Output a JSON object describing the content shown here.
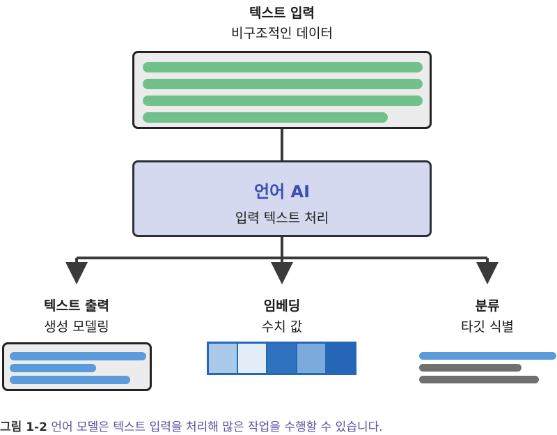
{
  "input": {
    "title": "텍스트 입력",
    "subtitle": "비구조적인 데이터",
    "bar_color": "#72c18c"
  },
  "ai": {
    "title": "언어 AI",
    "subtitle": "입력 텍스트 처리",
    "fill": "#d5d9ef",
    "title_color": "#3a4fb0"
  },
  "outputs": [
    {
      "title": "텍스트 출력",
      "subtitle": "생성 모델링",
      "bar_color": "#5b9bd9"
    },
    {
      "title": "임베딩",
      "subtitle": "수치 값",
      "cell_colors": [
        "#a9cbe9",
        "#e3eef8",
        "#2f72c0",
        "#7aabdc",
        "#2566b8"
      ]
    },
    {
      "title": "분류",
      "subtitle": "타깃 식별",
      "bar_colors": [
        "#5b9bd9",
        "#707070",
        "#707070"
      ]
    }
  ],
  "caption": {
    "number": "그림 1-2",
    "text": "언어 모델은 텍스트 입력을 처리해 많은 작업을 수행할 수 있습니다."
  }
}
